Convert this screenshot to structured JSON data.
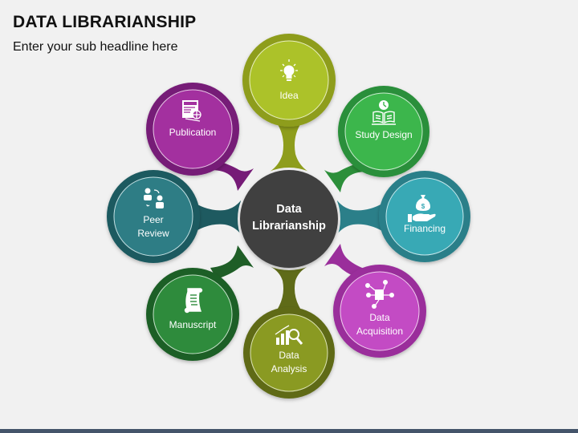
{
  "header": {
    "title": "DATA LIBRARIANSHIP",
    "subtitle": "Enter your sub headline here"
  },
  "center": {
    "label_line1": "Data",
    "label_line2": "Librarianship",
    "color": "#404040"
  },
  "nodes": [
    {
      "id": "idea",
      "label_line1": "Idea",
      "label_line2": "",
      "icon": "lightbulb-icon",
      "ring": "#8e9d1c",
      "fill": "#acc229"
    },
    {
      "id": "study-design",
      "label_line1": "Study Design",
      "label_line2": "",
      "icon": "book-clock-icon",
      "ring": "#2c8f3a",
      "fill": "#3cb64c"
    },
    {
      "id": "financing",
      "label_line1": "Financing",
      "label_line2": "",
      "icon": "money-bag-hand-icon",
      "ring": "#2b7f89",
      "fill": "#38a9b5"
    },
    {
      "id": "data-acquisition",
      "label_line1": "Data",
      "label_line2": "Acquisition",
      "icon": "data-network-icon",
      "ring": "#9a2e9b",
      "fill": "#c34bc4"
    },
    {
      "id": "data-analysis",
      "label_line1": "Data",
      "label_line2": "Analysis",
      "icon": "chart-magnifier-icon",
      "ring": "#5f6b18",
      "fill": "#8a9a22"
    },
    {
      "id": "manuscript",
      "label_line1": "Manuscript",
      "label_line2": "",
      "icon": "scroll-icon",
      "ring": "#1f5e27",
      "fill": "#2e8b3c"
    },
    {
      "id": "peer-review",
      "label_line1": "Peer",
      "label_line2": "Review",
      "icon": "peer-exchange-icon",
      "ring": "#1e5a60",
      "fill": "#2e7d85"
    },
    {
      "id": "publication",
      "label_line1": "Publication",
      "label_line2": "",
      "icon": "newspaper-globe-icon",
      "ring": "#761b77",
      "fill": "#a3309f"
    }
  ],
  "footer": {
    "bar_color": "#44546a"
  }
}
